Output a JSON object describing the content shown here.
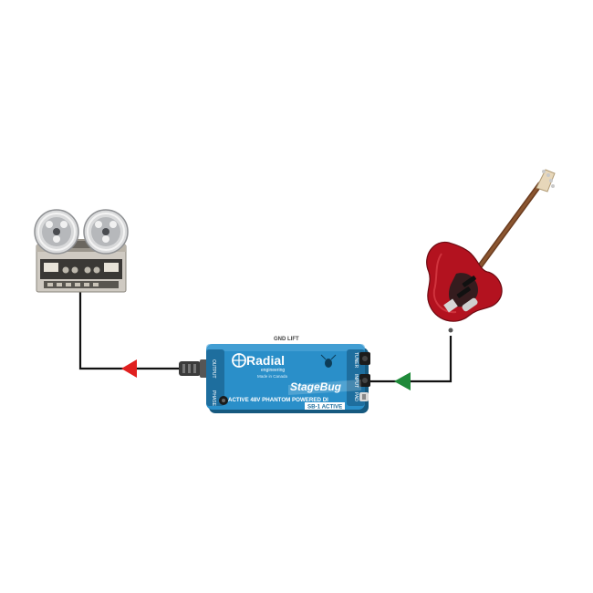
{
  "device": {
    "brand": "Radial",
    "brand_sub": "engineering",
    "origin": "Made in Canada",
    "model": "StageBug",
    "description": "ACTIVE 48V PHANTOM POWERED DI",
    "badge": "SB-1 ACTIVE",
    "labels": {
      "gnd_lift": "GND LIFT",
      "output": "OUTPUT",
      "phase": "PHASE",
      "tuner": "TUNER",
      "input": "INPUT",
      "pad": "PAD"
    }
  },
  "signal_flow": {
    "input_arrow_color": "#1f8a3a",
    "output_arrow_color": "#e0201f"
  },
  "colors": {
    "box_blue": "#2a8fc9",
    "box_dark": "#1e6e9e",
    "cable": "#111111",
    "guitar_body": "#b3121f"
  }
}
